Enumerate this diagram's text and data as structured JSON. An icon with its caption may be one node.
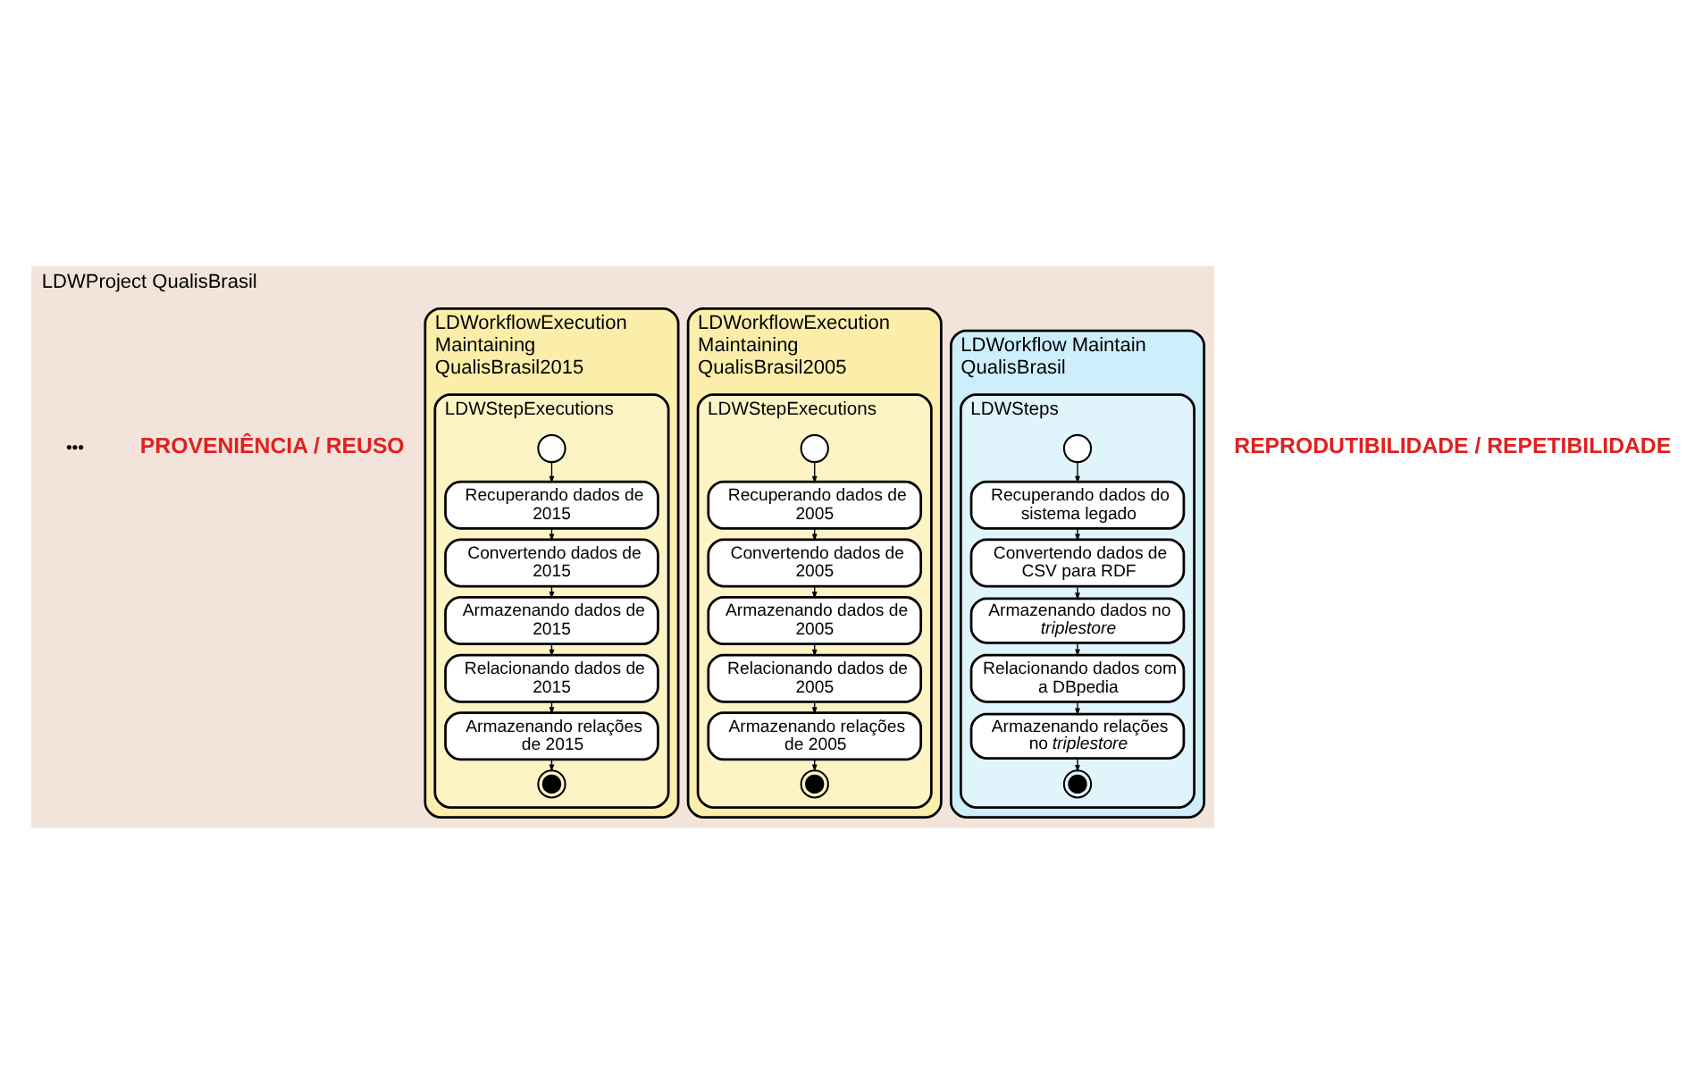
{
  "diagram": {
    "nodes": [
      {
        "text": [
          "LDWProject QualisBrasil"
        ]
      },
      {
        "text": [
          "LDWorkflow Maintain QualisBrasil"
        ],
        "in": 0
      },
      {
        "text": [
          "LDWSteps"
        ],
        "in": 1
      },
      {
        "text": [],
        "shape": "circle",
        "in": 2
      },
      {
        "text": [
          "Recuperando dados do sistema legado"
        ],
        "in": 2
      },
      {
        "text": [
          "Convertendo dados de CSV para RDF"
        ],
        "in": 2
      },
      {
        "text": [
          "Armazenando dados no *triplestore*"
        ],
        "in": 2
      },
      {
        "text": [
          "Relacionando dados com a DBpedia"
        ],
        "in": 2
      },
      {
        "text": [
          "Armazenando relações no *triplestore*"
        ],
        "in": 2
      },
      {
        "text": [],
        "shape": "target",
        "in": 2
      },
      {
        "text": [
          "LDWorkflowExecution Maintaining QualisBrasil2005"
        ],
        "in": 0
      },
      {
        "text": [
          "LDWStepExecutions"
        ],
        "in": 10
      },
      {
        "text": [],
        "shape": "circle",
        "in": 11
      },
      {
        "text": [
          "Recuperando dados de 2005"
        ],
        "in": 11
      },
      {
        "text": [
          "Convertendo dados de 2005"
        ],
        "in": 11
      },
      {
        "text": [
          "Armazenando dados de 2005"
        ],
        "in": 11
      },
      {
        "text": [
          "Relacionando dados de 2005"
        ],
        "in": 11
      },
      {
        "text": [
          "Armazenando relações de 2005"
        ],
        "in": 11
      },
      {
        "text": [],
        "shape": "target",
        "in": 11
      },
      {
        "text": [
          "LDWorkflowExecution Maintaining QualisBrasil2015"
        ],
        "in": 0
      },
      {
        "text": [
          "LDWStepExecutions"
        ],
        "in": 19
      },
      {
        "text": [],
        "shape": "circle",
        "in": 20
      },
      {
        "text": [
          "Recuperando dados de 2015"
        ],
        "in": 20
      },
      {
        "text": [
          "Convertendo dados de 2015"
        ],
        "in": 20
      },
      {
        "text": [
          "Armazenando dados de 2015"
        ],
        "in": 20
      },
      {
        "text": [
          "Relacionando dados de 2015"
        ],
        "in": 20
      },
      {
        "text": [
          "Armazenando relações de 2015"
        ],
        "in": 20
      },
      {
        "text": [],
        "shape": "target",
        "in": 20
      }
    ],
    "edges": [
      {
        "from": 3,
        "to": 4,
        "arrow": "to"
      },
      {
        "from": 4,
        "to": 5,
        "arrow": "to"
      },
      {
        "from": 5,
        "to": 6,
        "arrow": "to"
      },
      {
        "from": 6,
        "to": 7,
        "arrow": "to"
      },
      {
        "from": 7,
        "to": 8,
        "arrow": "to"
      },
      {
        "from": 8,
        "to": 9,
        "arrow": "to"
      },
      {
        "from": 12,
        "to": 13,
        "arrow": "to"
      },
      {
        "from": 13,
        "to": 14,
        "arrow": "to"
      },
      {
        "from": 14,
        "to": 15,
        "arrow": "to"
      },
      {
        "from": 15,
        "to": 16,
        "arrow": "to"
      },
      {
        "from": 16,
        "to": 17,
        "arrow": "to"
      },
      {
        "from": 17,
        "to": 18,
        "arrow": "to"
      },
      {
        "from": 21,
        "to": 22,
        "arrow": "to"
      },
      {
        "from": 22,
        "to": 23,
        "arrow": "to"
      },
      {
        "from": 23,
        "to": 24,
        "arrow": "to"
      },
      {
        "from": 24,
        "to": 25,
        "arrow": "to"
      },
      {
        "from": 25,
        "to": 26,
        "arrow": "to"
      },
      {
        "from": 26,
        "to": 27,
        "arrow": "to"
      }
    ],
    "labels": [
      "PROVENIÊNCIA / REUSO",
      "REPRODUTIBILIDADE / REPETIBILIDADE",
      "•••"
    ]
  }
}
